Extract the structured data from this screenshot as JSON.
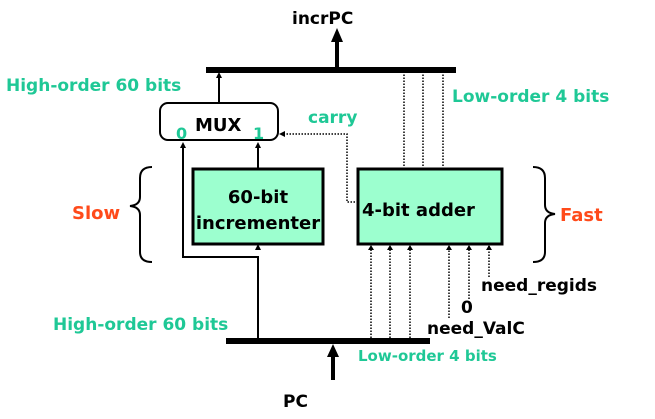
{
  "colors": {
    "label_teal": "#1fc896",
    "label_red": "#ff4a1a",
    "box_fill": "#9cffcf",
    "line": "#000000",
    "background": "#ffffff"
  },
  "labels": {
    "output": "incrPC",
    "input": "PC",
    "high_order_top": "High-order 60 bits",
    "low_order_top": "Low-order 4 bits",
    "high_order_bottom": "High-order 60 bits",
    "low_order_bottom": "Low-order 4 bits",
    "carry": "carry",
    "slow": "Slow",
    "fast": "Fast",
    "need_regids": "need_regids",
    "zero_const": "0",
    "need_valc": "need_ValC"
  },
  "blocks": {
    "mux": {
      "label": "MUX",
      "input0": "0",
      "input1": "1"
    },
    "incrementer": {
      "line1": "60-bit",
      "line2": "incrementer"
    },
    "adder": {
      "label": "4-bit adder"
    }
  }
}
